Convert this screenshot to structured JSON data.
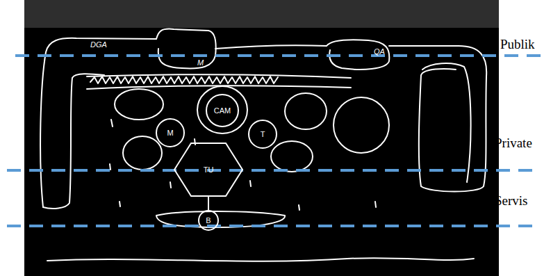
{
  "diagram": {
    "nodes": [
      {
        "text": [
          "CAM"
        ]
      },
      {
        "text": [
          "M"
        ]
      },
      {
        "text": [
          "T"
        ]
      },
      {
        "text": [
          "TU"
        ]
      },
      {
        "text": [
          "B"
        ]
      }
    ],
    "edges": [
      {
        "from": 3,
        "to": 4,
        "arrow": "none"
      }
    ],
    "labels": [
      "DGA",
      "M",
      "QA",
      "Publik",
      "Private",
      "Servis"
    ]
  }
}
